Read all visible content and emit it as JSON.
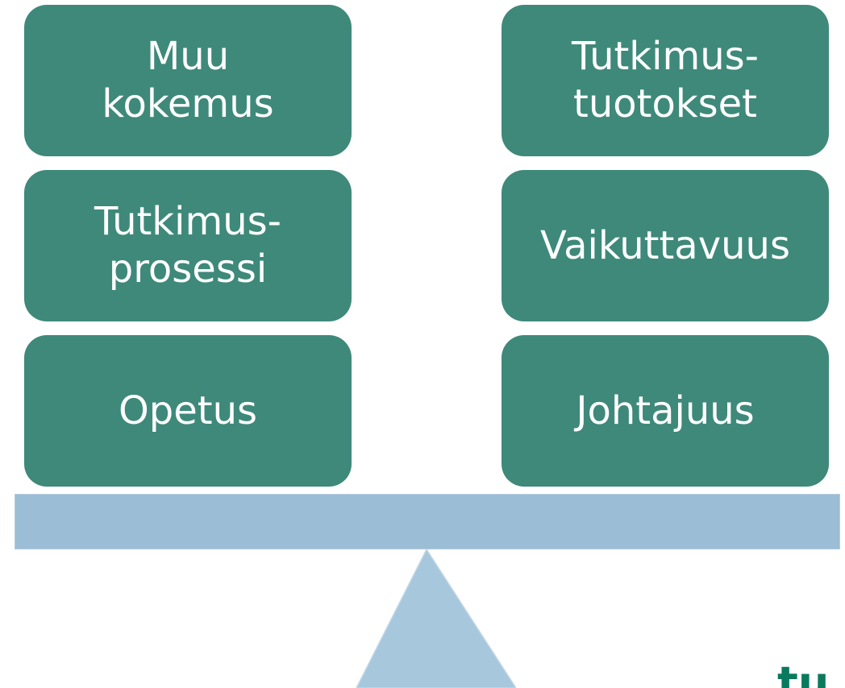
{
  "left_column": [
    {
      "label": "Muu\nkokemus"
    },
    {
      "label": "Tutkimus-\nprosessi"
    },
    {
      "label": "Opetus"
    }
  ],
  "right_column": [
    {
      "label": "Tutkimus-\ntuotokset"
    },
    {
      "label": "Vaikuttavuus"
    },
    {
      "label": "Johtajuus"
    }
  ],
  "colors": {
    "box_fill": "#3e897a",
    "box_text": "#ffffff",
    "beam_fill": "#9bbed6",
    "fulcrum_fill": "#a7c7dc",
    "logo_fill": "#0a7a5e"
  },
  "logo": {
    "text": "tu"
  }
}
